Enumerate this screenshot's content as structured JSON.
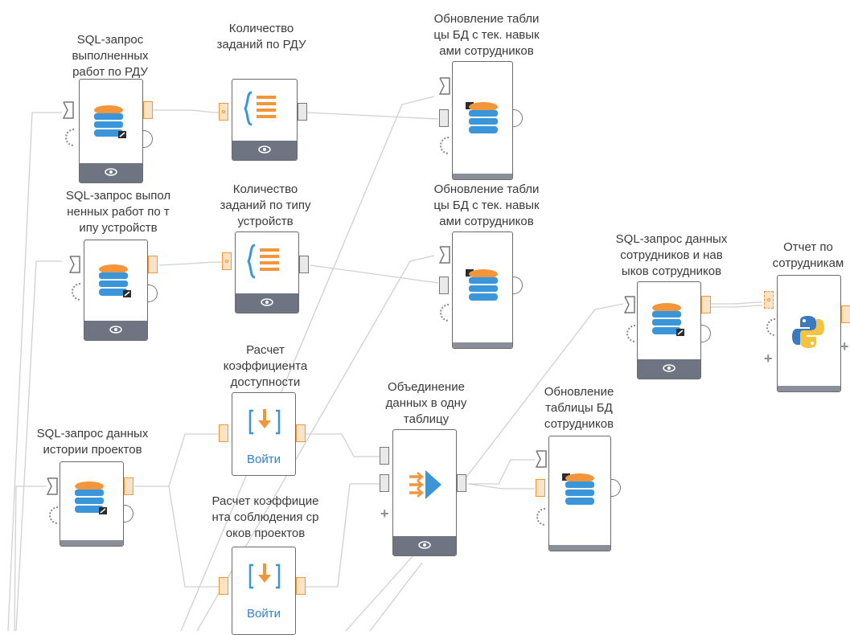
{
  "nodes": {
    "sql_rdu": {
      "label": "SQL-запрос\nвыполненных\nработ по РДУ",
      "icon": "database-icon"
    },
    "count_rdu": {
      "label": "Количество\nзаданий по РДУ",
      "icon": "braces-list-icon"
    },
    "update_skills_1": {
      "label": "Обновление табли\nцы БД с тек. навык\nами сотрудников",
      "icon": "database-icon"
    },
    "sql_devices": {
      "label": "SQL-запрос выпол\nненных работ по т\nипу устройств",
      "icon": "database-icon"
    },
    "count_devices": {
      "label": "Количество\nзаданий по типу\nустройств",
      "icon": "braces-list-icon"
    },
    "update_skills_2": {
      "label": "Обновление табли\nцы БД с тек. навык\nами сотрудников",
      "icon": "database-icon"
    },
    "sql_employees_skills": {
      "label": "SQL-запрос данных\nсотрудников и нав\nыков сотрудников",
      "icon": "database-icon"
    },
    "report": {
      "label": "Отчет по\nсотрудникам",
      "icon": "python-icon"
    },
    "availability": {
      "label": "Расчет\nкоэффициента\nдоступности",
      "icon": "enter-icon",
      "button": "Войти"
    },
    "merge": {
      "label": "Объединение\nданных в одну\nтаблицу",
      "icon": "merge-arrow-icon"
    },
    "update_employees": {
      "label": "Обновление\nтаблицы БД\nсотрудников",
      "icon": "database-icon"
    },
    "sql_projects": {
      "label": "SQL-запрос данных\nистории проектов",
      "icon": "database-icon"
    },
    "deadline": {
      "label": "Расчет коэффицие\nнта соблюдения ср\nоков проектов",
      "icon": "enter-icon",
      "button": "Войти"
    }
  },
  "colors": {
    "db_orange": "#f3953a",
    "db_blue": "#3a96d8",
    "node_footer": "#6e7482",
    "wire": "#d0d0d0",
    "link_blue": "#2f7fd1"
  }
}
